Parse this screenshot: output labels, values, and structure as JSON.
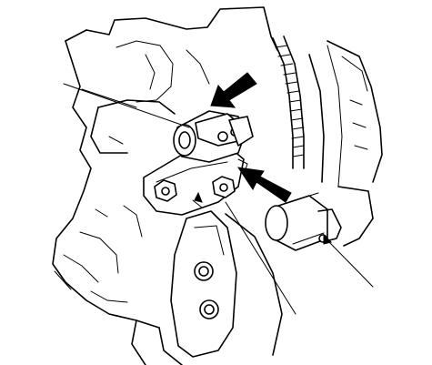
{
  "figure": {
    "kind": "engine timing chain tensioner removal illustration",
    "labels": [],
    "leader_lines": 4,
    "arrows": [
      {
        "name": "press-arrow",
        "icon": "arrow-down-left-icon"
      },
      {
        "name": "insert-arrow",
        "icon": "arrow-up-left-icon"
      }
    ],
    "colors": {
      "ink": "#000000",
      "paper": "#ffffff"
    }
  }
}
